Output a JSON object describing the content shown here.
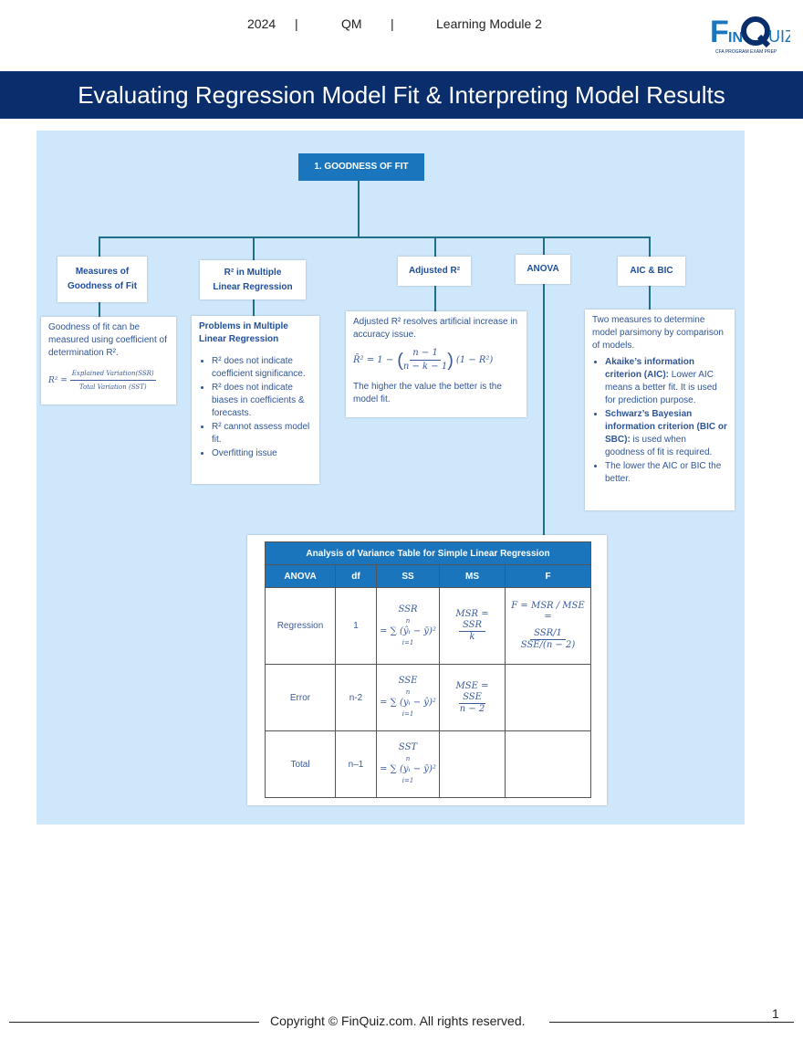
{
  "header": {
    "year": "2024",
    "sep1": "|",
    "subject": "QM",
    "sep2": "|",
    "module": "Learning Module 2"
  },
  "logo": {
    "text": "FinQuiz",
    "tagline": "CFA PROGRAM EXAM PREP"
  },
  "title": "Evaluating Regression Model Fit & Interpreting Model Results",
  "root": "1. GOODNESS OF FIT",
  "branches": {
    "measures": {
      "label_line1": "Measures of",
      "label_line2": "Goodness of Fit",
      "text": "Goodness of fit can be measured using coefficient of determination R².",
      "formula_lhs": "R² =",
      "formula_num": "Explained Variation(SSR)",
      "formula_den": "Total Variation (SST)"
    },
    "r2multi": {
      "label_line1": "R² in Multiple",
      "label_line2": "Linear Regression",
      "heading_line1": "Problems in Multiple",
      "heading_line2": "Linear Regression",
      "items": [
        "R² does not indicate coefficient significance.",
        "R² does not indicate biases in coefficients & forecasts.",
        "R² cannot assess model fit.",
        "Overfitting issue"
      ]
    },
    "adjusted": {
      "label": "Adjusted R²",
      "text": "Adjusted R² resolves artificial increase in accuracy issue.",
      "formula_lhs": "R̄² = 1 −",
      "formula_num": "n − 1",
      "formula_den": "n − k − 1",
      "formula_rhs": "(1 − R²)",
      "note": "The higher the value the better is the model fit."
    },
    "anova": {
      "label": "ANOVA"
    },
    "aicbic": {
      "label": "AIC & BIC",
      "intro": "Two measures to determine model parsimony by comparison of models.",
      "items": [
        {
          "bold": "Akaike’s information criterion (AIC):",
          "rest": " Lower AIC means a better fit. It is used for prediction purpose."
        },
        {
          "bold": "Schwarz’s Bayesian information criterion (BIC or SBC):",
          "rest": " is used when goodness of fit is required."
        },
        {
          "bold": "",
          "rest": "The lower the AIC or BIC the better."
        }
      ]
    }
  },
  "anova_table": {
    "caption": "Analysis of Variance Table for Simple Linear Regression",
    "headers": [
      "ANOVA",
      "df",
      "SS",
      "MS",
      "F"
    ],
    "rows": [
      {
        "name": "Regression",
        "df": "1",
        "ss_name": "SSR",
        "ss_term": "(ŷᵢ − ȳ)²",
        "ms_line1": "MSR =",
        "ms_num": "SSR",
        "ms_den": "k",
        "f_line1": "F = MSR / MSE =",
        "f_num": "SSR/1",
        "f_den": "SSE/(n − 2)"
      },
      {
        "name": "Error",
        "df": "n-2",
        "ss_name": "SSE",
        "ss_term": "(yᵢ − ŷ)²",
        "ms_line1": "MSE =",
        "ms_num": "SSE",
        "ms_den": "n − 2"
      },
      {
        "name": "Total",
        "df": "n–1",
        "ss_name": "SST",
        "ss_term": "(yᵢ − ȳ)²"
      }
    ],
    "sum_top": "n",
    "sum_bottom": "i=1"
  },
  "footer": {
    "copyright": "Copyright © FinQuiz.com. All rights reserved.",
    "page": "1"
  },
  "colors": {
    "banner": "#0a2d6b",
    "panel": "#cfe7fb",
    "accent": "#1b75bc",
    "text_blue": "#2f5597"
  }
}
